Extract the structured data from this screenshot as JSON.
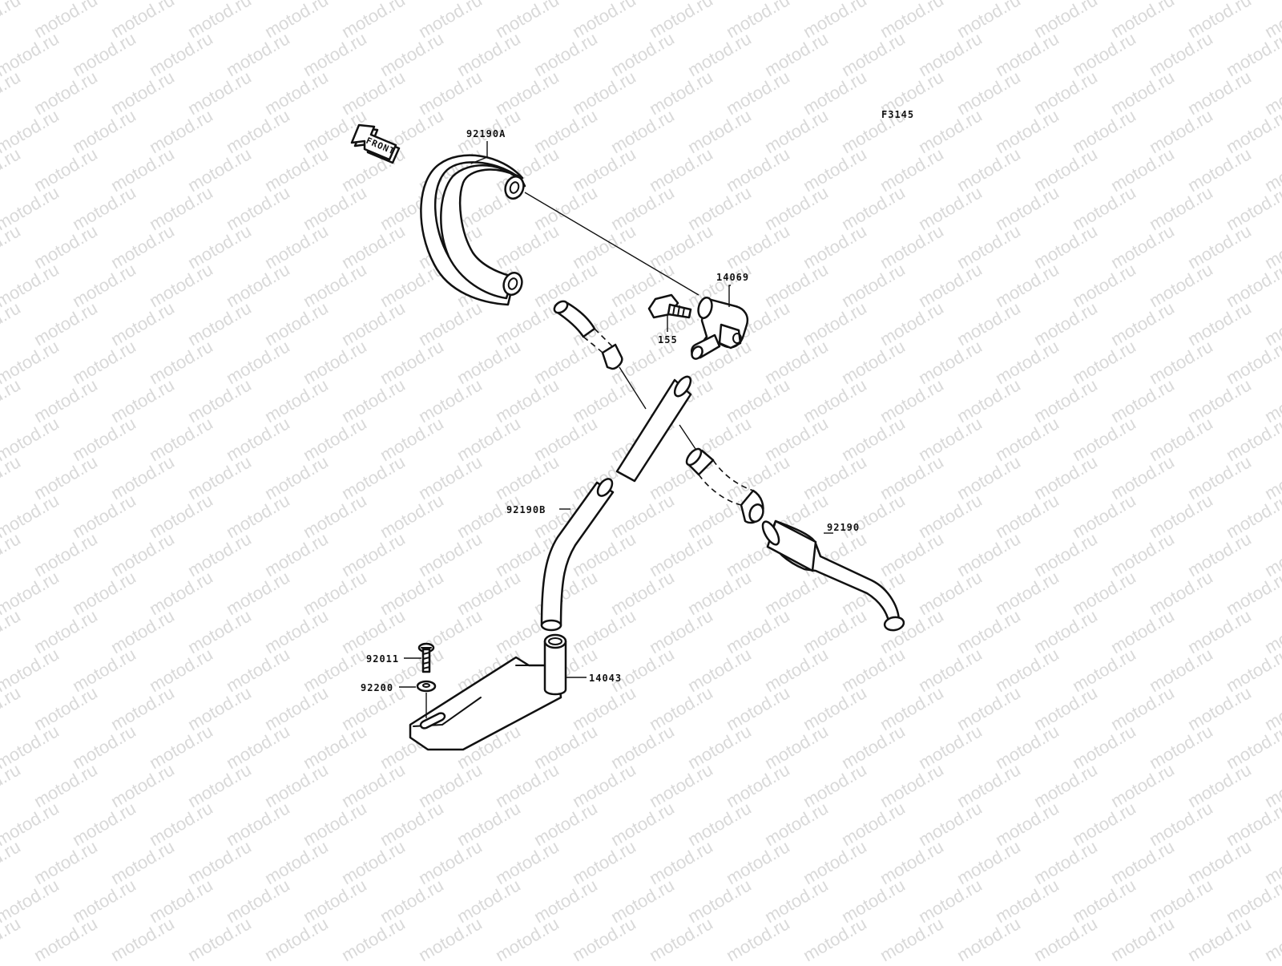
{
  "watermark": {
    "text": "motod.ru",
    "color": "#d9d9d9"
  },
  "figure_code": "F3145",
  "front_arrow": {
    "label": "FRONT"
  },
  "parts": [
    {
      "id": "hose_a",
      "label": "92190A"
    },
    {
      "id": "fitting",
      "label": "14069"
    },
    {
      "id": "bolt",
      "label": "155"
    },
    {
      "id": "hose_b",
      "label": "92190B"
    },
    {
      "id": "hose",
      "label": "92190"
    },
    {
      "id": "screw",
      "label": "92011"
    },
    {
      "id": "washer",
      "label": "92200"
    },
    {
      "id": "bracket",
      "label": "14043"
    }
  ]
}
